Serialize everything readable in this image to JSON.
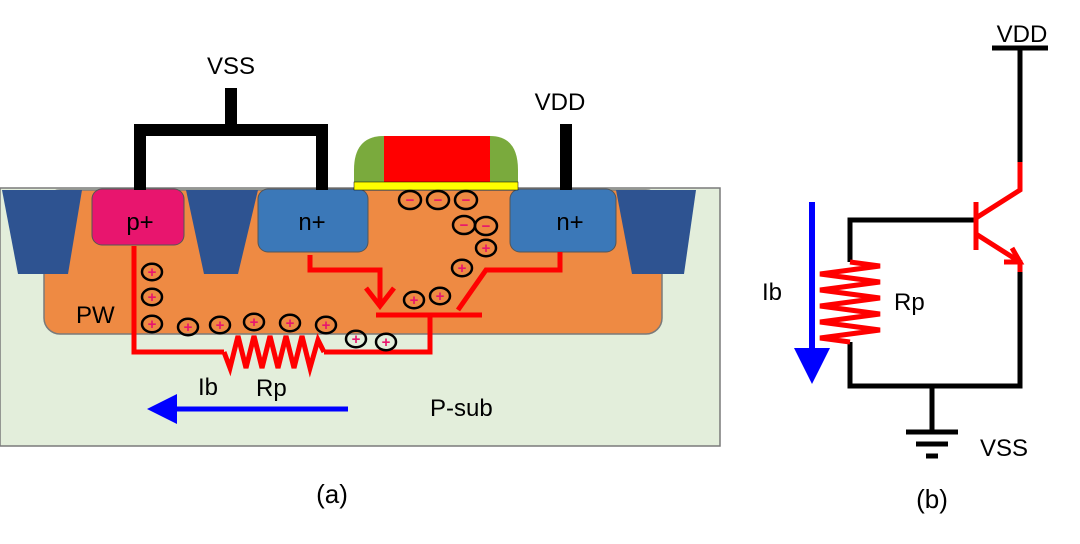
{
  "colors": {
    "substrate": "#e3eedb",
    "pwell": "#ee8a43",
    "n_plus": "#3b78b8",
    "p_plus": "#e8156e",
    "sti": "#2e5391",
    "gate_poly": "#ff0000",
    "spacer": "#7aaa3d",
    "gate_oxide": "#ffff00",
    "parasitic": "#ff0000",
    "current_arrow": "#0000ff",
    "metal": "#000000"
  },
  "panel_a": {
    "vss_label": "VSS",
    "vdd_label": "VDD",
    "p_plus_label": "p+",
    "n_plus_left_label": "n+",
    "n_plus_right_label": "n+",
    "pw_label": "PW",
    "psub_label": "P-sub",
    "ib_label": "Ib",
    "rp_label": "Rp",
    "electron_symbol": "−",
    "hole_symbol": "+",
    "caption": "(a)"
  },
  "panel_b": {
    "vdd_label": "VDD",
    "vss_label": "VSS",
    "ib_label": "Ib",
    "rp_label": "Rp",
    "caption": "(b)"
  }
}
